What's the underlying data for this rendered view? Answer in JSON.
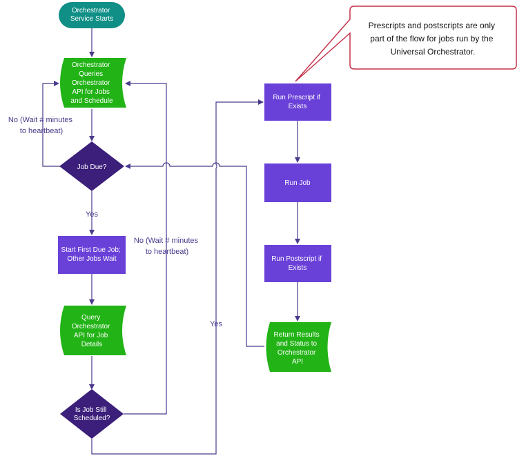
{
  "colors": {
    "start": "#0f8f86",
    "data": "#22b316",
    "decision": "#3b1f7a",
    "process": "#6a41d8",
    "line": "#4b3a8c",
    "callout_border": "#c4314b"
  },
  "nodes": {
    "start": [
      "Orchestrator",
      "Service Starts"
    ],
    "queries": [
      "Orchestrator",
      "Queries",
      "Orchestrator",
      "API for Jobs",
      "and Schedule"
    ],
    "job_due": [
      "Job Due?"
    ],
    "start_first": [
      "Start First Due Job;",
      "Other Jobs Wait"
    ],
    "query_details": [
      "Query",
      "Orchestrator",
      "API for Job",
      "Details"
    ],
    "still_scheduled": [
      "Is Job Still",
      "Scheduled?"
    ],
    "run_prescript": [
      "Run Prescript if",
      "Exists"
    ],
    "run_job": [
      "Run Job"
    ],
    "run_postscript": [
      "Run Postscript if",
      "Exists"
    ],
    "return_results": [
      "Return Results",
      "and Status to",
      "Orchestrator",
      "API"
    ]
  },
  "labels": {
    "no_left": [
      "No (Wait # minutes",
      "to heartbeat)"
    ],
    "yes_down": [
      "Yes"
    ],
    "no_middle": [
      "No (Wait # minutes",
      "to heartbeat)"
    ],
    "yes_right": [
      "Yes"
    ]
  },
  "callout": [
    "Prescripts and postscripts are only",
    "part of the flow for jobs run by the",
    "Universal Orchestrator."
  ]
}
